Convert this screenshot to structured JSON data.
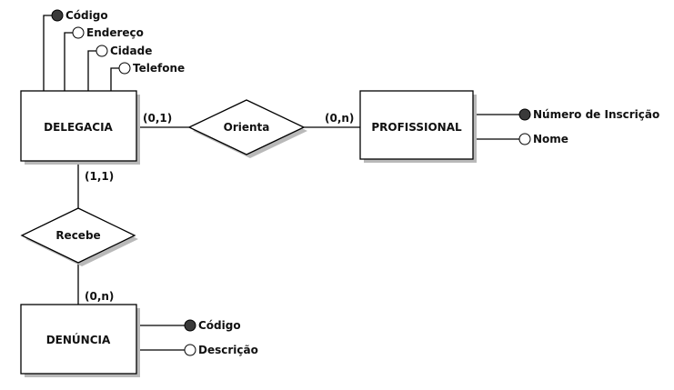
{
  "entities": {
    "delegacia": "DELEGACIA",
    "profissional": "PROFISSIONAL",
    "denuncia": "DENÚNCIA"
  },
  "relationships": {
    "orienta": "Orienta",
    "recebe": "Recebe"
  },
  "cardinalities": {
    "delegacia_orienta": "(0,1)",
    "profissional_orienta": "(0,n)",
    "delegacia_recebe": "(1,1)",
    "denuncia_recebe": "(0,n)"
  },
  "attributes": {
    "delegacia": [
      {
        "label": "Código",
        "key": true
      },
      {
        "label": "Endereço",
        "key": false
      },
      {
        "label": "Cidade",
        "key": false
      },
      {
        "label": "Telefone",
        "key": false
      }
    ],
    "profissional": [
      {
        "label": "Número de Inscrição",
        "key": true
      },
      {
        "label": "Nome",
        "key": false
      }
    ],
    "denuncia": [
      {
        "label": "Código",
        "key": true
      },
      {
        "label": "Descrição",
        "key": false
      }
    ]
  }
}
